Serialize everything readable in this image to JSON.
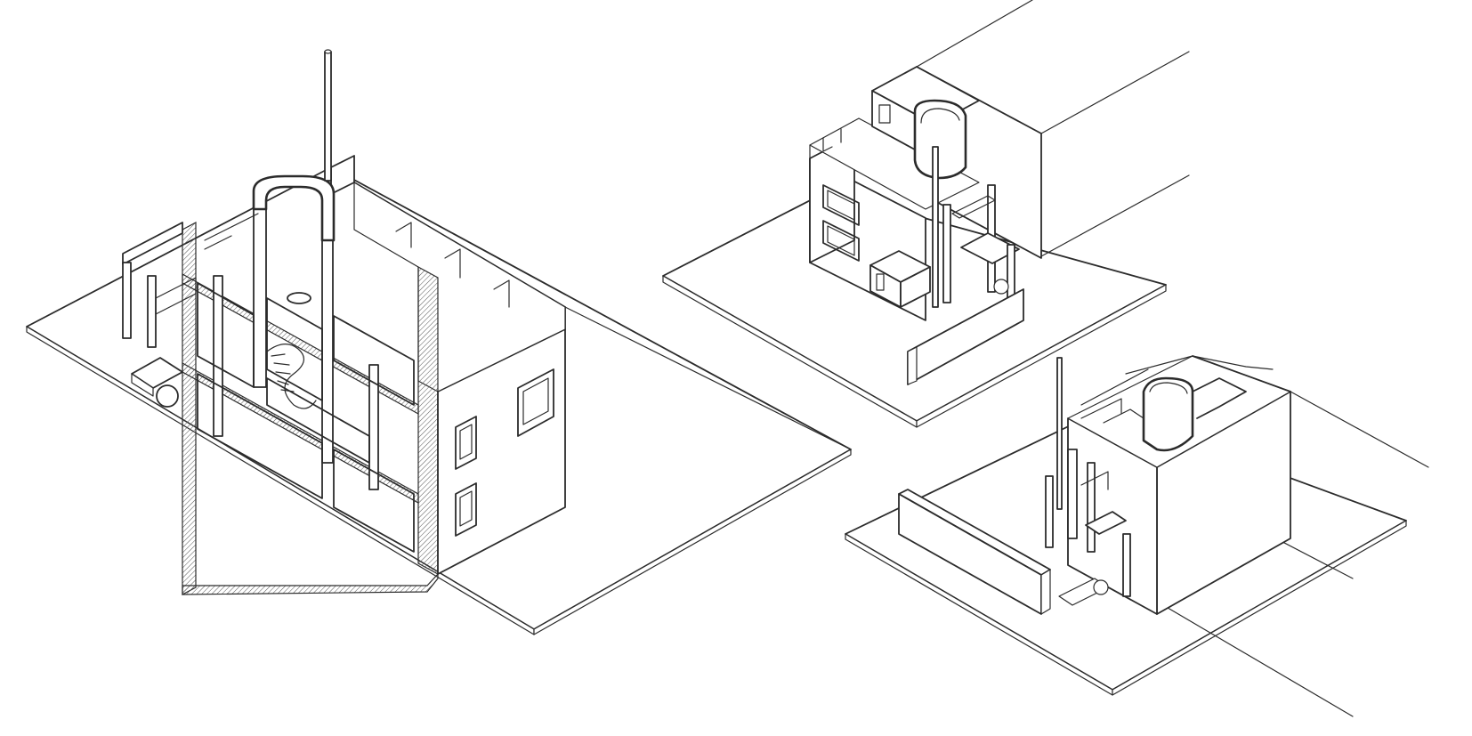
{
  "figure": {
    "style": "axonometric line drawing",
    "stroke_color": "#2b2b2b",
    "background_color": "#ffffff"
  },
  "views": [
    {
      "id": "sectional-axonometric",
      "label": ""
    },
    {
      "id": "front-axonometric",
      "label": ""
    },
    {
      "id": "rear-axonometric",
      "label": ""
    }
  ]
}
